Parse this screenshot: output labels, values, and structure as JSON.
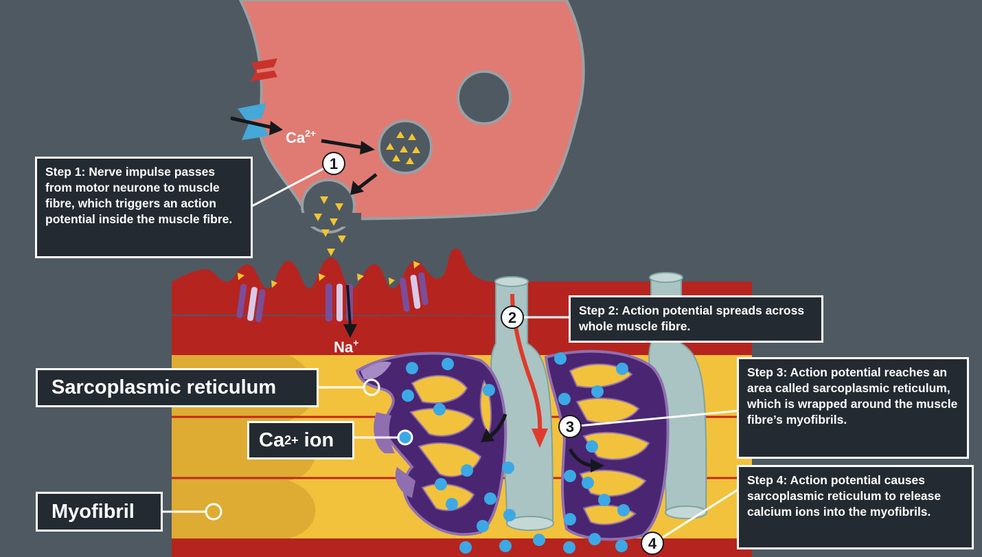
{
  "labels": {
    "ca_ion_top": "Ca",
    "ca_ion_top_sup": "2+",
    "na_ion": "Na",
    "na_ion_sup": "+"
  },
  "markers": [
    "1",
    "2",
    "3",
    "4"
  ],
  "steps": [
    {
      "text": "Step 1: Nerve impulse passes from motor neurone to muscle fibre, which triggers an action potential inside the muscle fibre."
    },
    {
      "text": "Step 2: Action potential spreads across whole muscle fibre."
    },
    {
      "text": "Step 3: Action potential reaches an area called sarcoplasmic reticulum, which is wrapped around the muscle fibre’s myofibrils."
    },
    {
      "text": "Step 4: Action potential causes sarcoplasmic reticulum to release calcium ions into the myofibrils."
    }
  ],
  "parts": {
    "sr": "Sarcoplasmic reticulum",
    "ca_ion": "Ca",
    "ca_ion_sup": "2+",
    "ca_ion_suffix": " ion",
    "myofibril": "Myofibril"
  },
  "colors": {
    "background": "#4f5961",
    "neuron": "#e07b73",
    "muscle_membrane": "#b5241e",
    "myofibril": "#f2c23d",
    "sarcoplasmic_reticulum": "#4a2672",
    "t_tubule": "#a9c4c2",
    "calcium_ion": "#3ca8e6",
    "neurotransmitter": "#f5c531",
    "label_box": "#232a31"
  }
}
